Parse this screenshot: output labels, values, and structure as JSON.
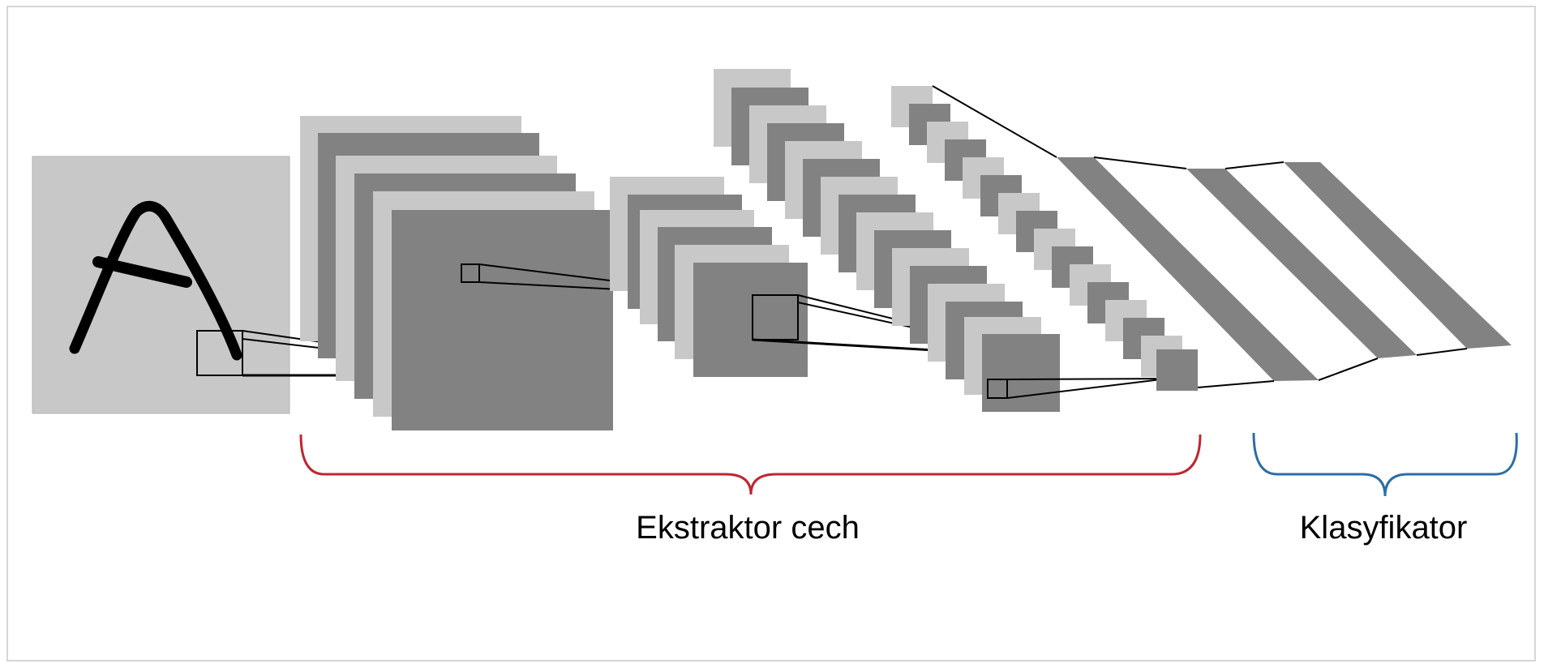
{
  "labels": {
    "feature_extractor": "Ekstraktor cech",
    "classifier": "Klasyfikator"
  },
  "input": {
    "glyph": "A"
  },
  "colors": {
    "light_map": "#c8c8c8",
    "dark_map": "#828282",
    "extractor_brace": "#c0262d",
    "classifier_brace": "#2c6ea6",
    "background": "#ffffff",
    "frame": "#d6d6d6"
  }
}
